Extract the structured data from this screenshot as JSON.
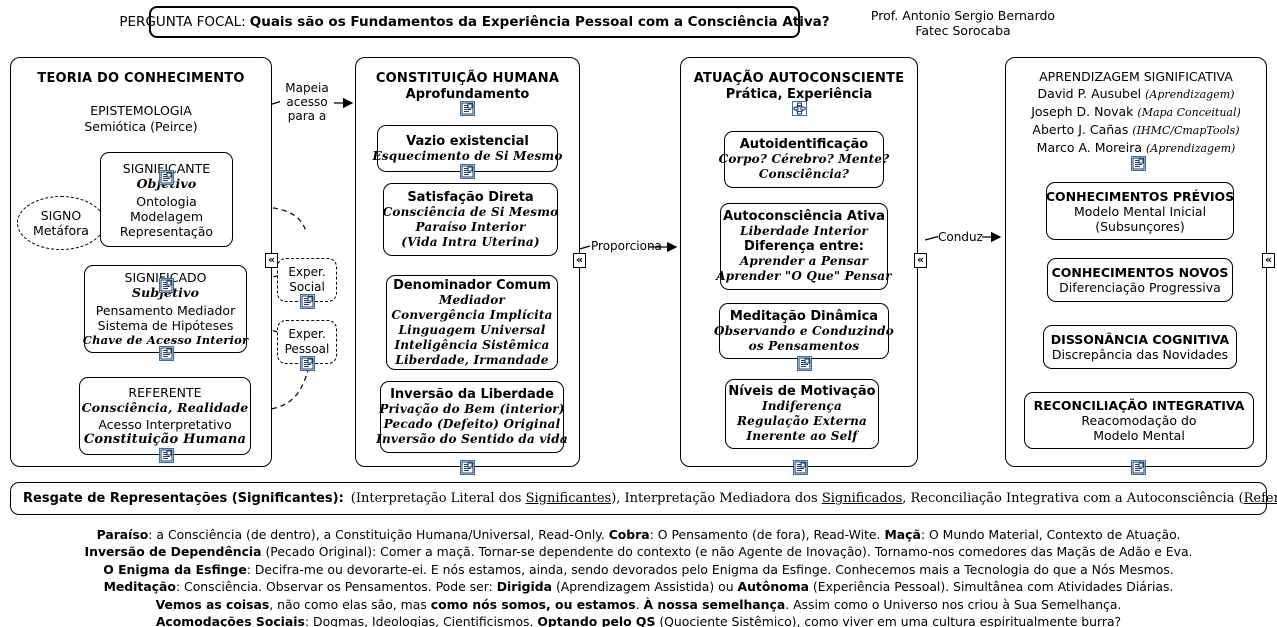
{
  "focal": {
    "label": "PERGUNTA FOCAL:",
    "question": "Quais são os Fundamentos da Experiência Pessoal com a Consciência Ativa?"
  },
  "author": {
    "line1": "Prof. Antonio Sergio Bernardo",
    "line2": "Fatec Sorocaba"
  },
  "columns": {
    "knowledge_theory": {
      "title1": "TEORIA DO CONHECIMENTO",
      "title2": "EPISTEMOLOGIA",
      "title3": "Semiótica (Peirce)"
    },
    "human_constitution": {
      "title1": "CONSTITUIÇÃO HUMANA",
      "title2": "Aprofundamento"
    },
    "self_aware_action": {
      "title1": "ATUAÇÃO AUTOCONSCIENTE",
      "title2": "Prática, Experiência"
    },
    "meaningful_learning": {
      "title1": "APRENDIZAGEM SIGNIFICATIVA",
      "authors": [
        {
          "name": "David P. Ausubel",
          "tag": "(Aprendizagem)"
        },
        {
          "name": "Joseph D. Novak",
          "tag": "(Mapa Conceitual)"
        },
        {
          "name": "Aberto J. Cañas",
          "tag": "(IHMC/CmapTools)"
        },
        {
          "name": "Marco A. Moreira",
          "tag": "(Aprendizagem)"
        }
      ]
    }
  },
  "nodes": {
    "signo": {
      "l1": "SIGNO",
      "l2": "Metáfora"
    },
    "significante": {
      "l1": "SIGNIFICANTE",
      "l2": "Objetivo",
      "l3": "Ontologia",
      "l4": "Modelagem",
      "l5": "Representação"
    },
    "significado": {
      "l1": "SIGNIFICADO",
      "l2": "Subjetivo",
      "l3": "Pensamento Mediador",
      "l4": "Sistema de Hipóteses",
      "l5": "Chave de Acesso Interior"
    },
    "referente": {
      "l1": "REFERENTE",
      "l2": "Consciência, Realidade",
      "l3": "Acesso Interpretativo",
      "l4": "Constituição Humana"
    },
    "exper_social": {
      "l1": "Exper.",
      "l2": "Social"
    },
    "exper_pessoal": {
      "l1": "Exper.",
      "l2": "Pessoal"
    },
    "vazio": {
      "l1": "Vazio existencial",
      "l2": "Esquecimento de Si Mesmo"
    },
    "satisfacao": {
      "l1": "Satisfação Direta",
      "l2": "Consciência de Si Mesmo",
      "l3": "Paraíso Interior",
      "l4": "(Vida Intra Uterina)"
    },
    "denominador": {
      "l1": "Denominador Comum",
      "l2": "Mediador",
      "l3": "Convergência Implícita",
      "l4": "Linguagem Universal",
      "l5": "Inteligência Sistêmica",
      "l6": "Liberdade, Irmandade"
    },
    "inversao": {
      "l1": "Inversão da Liberdade",
      "l2": "Privação do Bem (interior)",
      "l3": "Pecado (Defeito) Original",
      "l4": "Inversão do Sentido da vida"
    },
    "autoidentificacao": {
      "l1": "Autoidentificação",
      "l2": "Corpo? Cérebro? Mente?",
      "l3": "Consciência?"
    },
    "autoconsciencia": {
      "l1": "Autoconsciência Ativa",
      "l2": "Liberdade Interior",
      "l3": "Diferença entre:",
      "l4": "Aprender a Pensar",
      "l5": "Aprender \"O Que\" Pensar"
    },
    "meditacao": {
      "l1": "Meditação Dinâmica",
      "l2": "Observando e Conduzindo",
      "l3": "os Pensamentos"
    },
    "niveis": {
      "l1": "Níveis de Motivação",
      "l2": "Indiferença",
      "l3": "Regulação Externa",
      "l4": "Inerente ao Self"
    },
    "previos": {
      "l1": "CONHECIMENTOS PRÉVIOS",
      "l2": "Modelo Mental Inicial",
      "l3": "(Subsunçores)"
    },
    "novos": {
      "l1": "CONHECIMENTOS NOVOS",
      "l2": "Diferenciação Progressiva"
    },
    "dissonancia": {
      "l1": "DISSONÂNCIA COGNITIVA",
      "l2": "Discrepância das Novidades"
    },
    "reconciliacao": {
      "l1": "RECONCILIAÇÃO INTEGRATIVA",
      "l2": "Reacomodação do",
      "l3": "Modelo Mental"
    }
  },
  "links": {
    "mapeia": {
      "l1": "Mapeia",
      "l2": "acesso",
      "l3": "para a"
    },
    "proporciona": {
      "l1": "Proporciona"
    },
    "conduz": {
      "l1": "Conduz"
    }
  },
  "resgate": {
    "head": "Resgate de Representações (Significantes):",
    "p1": "(Interpretação Literal dos ",
    "u1": "Significantes",
    "p2": "), Interpretação Mediadora dos ",
    "u2": "Significados",
    "p3": ", Reconciliação Integrativa com a Autoconsciência (",
    "u3": "Referente",
    "p4": ")"
  },
  "notes": [
    {
      "segments": [
        {
          "t": "Paraíso",
          "b": true
        },
        {
          "t": ": a Consciência (de dentro), a Constituição Humana/Universal, Read-Only.   ",
          "b": false
        },
        {
          "t": "Cobra",
          "b": true
        },
        {
          "t": ": O Pensamento (de fora), Read-Wite.   ",
          "b": false
        },
        {
          "t": "Maçã",
          "b": true
        },
        {
          "t": ": O Mundo Material, Contexto de Atuação.",
          "b": false
        }
      ]
    },
    {
      "segments": [
        {
          "t": "Inversão de Dependência",
          "b": true
        },
        {
          "t": " (Pecado Original): Comer a maçã. Tornar-se dependente do contexto (e não Agente de Inovação). Tornamo-nos comedores das Maçãs de Adão e Eva.",
          "b": false
        }
      ]
    },
    {
      "segments": [
        {
          "t": "O Enigma da Esfinge",
          "b": true
        },
        {
          "t": ": Decifra-me ou devorarte-ei. E nós estamos, ainda, sendo devorados pelo Enigma da Esfinge. Conhecemos mais a Tecnologia do que a Nós Mesmos.",
          "b": false
        }
      ]
    },
    {
      "segments": [
        {
          "t": "Meditação",
          "b": true
        },
        {
          "t": ": Consciência. Observar os Pensamentos. Pode ser: ",
          "b": false
        },
        {
          "t": "Dirigida",
          "b": true
        },
        {
          "t": " (Aprendizagem Assistida) ou ",
          "b": false
        },
        {
          "t": "Autônoma",
          "b": true
        },
        {
          "t": " (Experiência Pessoal). Simultânea com Atividades Diárias.",
          "b": false
        }
      ]
    },
    {
      "segments": [
        {
          "t": "Vemos as coisas",
          "b": true
        },
        {
          "t": ", não como elas são, mas ",
          "b": false
        },
        {
          "t": "como nós somos, ou estamos",
          "b": true
        },
        {
          "t": ". ",
          "b": false
        },
        {
          "t": "À nossa semelhança",
          "b": true
        },
        {
          "t": ". Assim como o Universo nos criou à Sua Semelhança.",
          "b": false
        }
      ]
    },
    {
      "segments": [
        {
          "t": "Acomodações Sociais",
          "b": true
        },
        {
          "t": ": Dogmas, Ideologias, Cientificismos. ",
          "b": false
        },
        {
          "t": "Optando pelo QS",
          "b": true
        },
        {
          "t": " (Quociente Sistêmico), como viver em uma cultura espiritualmente burra?",
          "b": false
        }
      ]
    }
  ],
  "icons": {
    "resource": "document-resource-icon",
    "cmap": "concept-map-resource-icon",
    "collapse": "«"
  }
}
